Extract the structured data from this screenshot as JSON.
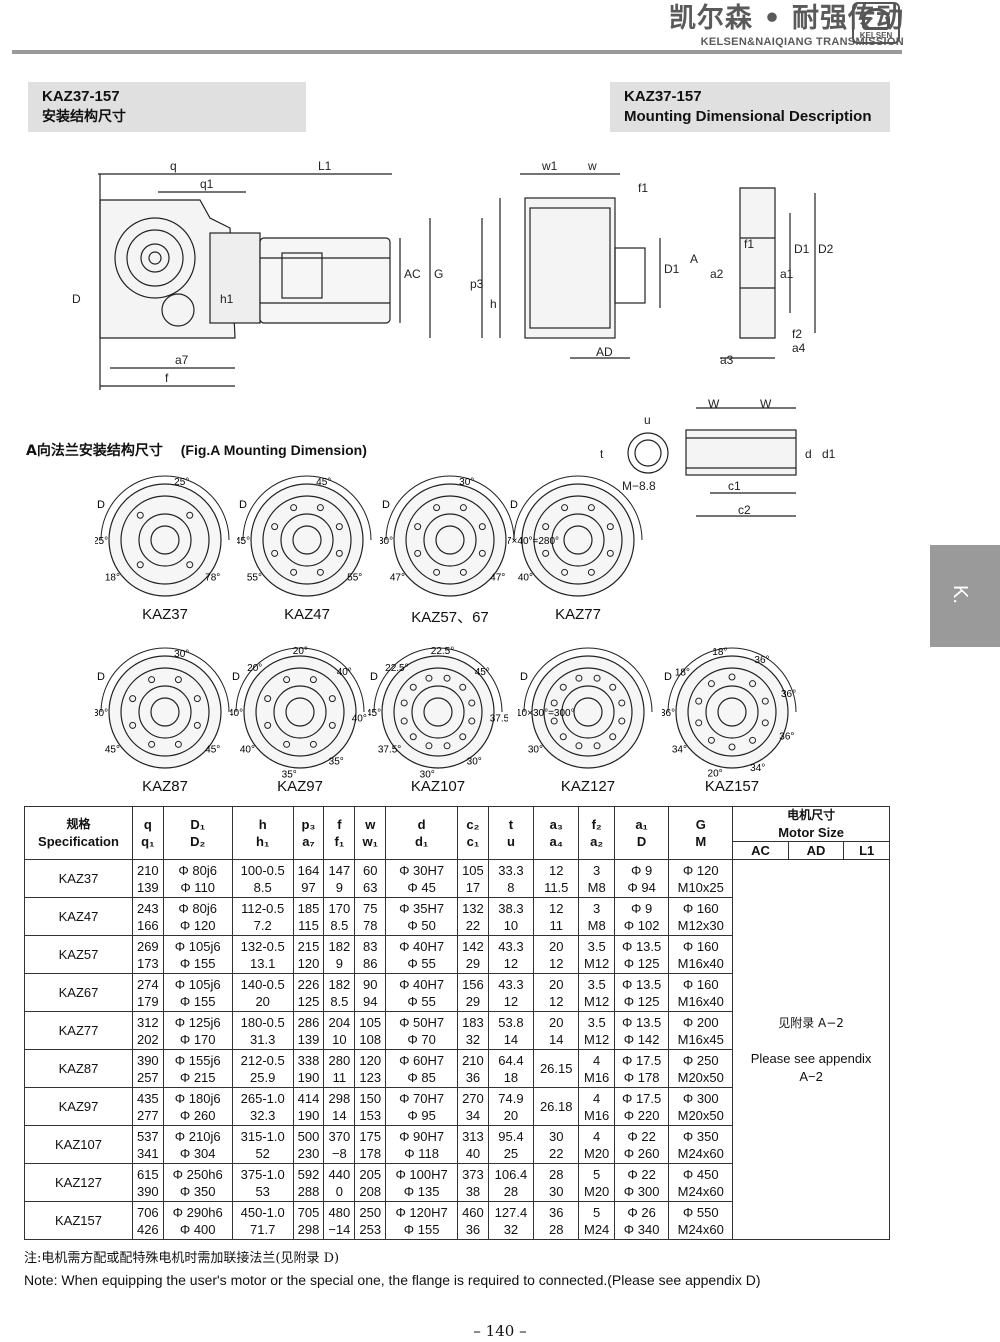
{
  "header": {
    "brand_cn": "凯尔森 • 耐强传动",
    "brand_en": "KELSEN&NAIQIANG TRANSMISSION",
    "logo_text": "KELSEN"
  },
  "tabs": {
    "left_title": "KAZ37-157",
    "left_sub": "安装结构尺寸",
    "right_title": "KAZ37-157",
    "right_sub": "Mounting Dimensional Description"
  },
  "chapter": "K.",
  "figure_title_cn": "A向法兰安装结构尺寸",
  "figure_title_en": "(Fig.A   Mounting Dimension)",
  "dim_labels": {
    "q": "q",
    "q1": "q1",
    "L1": "L1",
    "AC": "AC",
    "G": "G",
    "D": "D",
    "h1": "h1",
    "a7": "a7",
    "f": "f",
    "w1": "w1",
    "w": "w",
    "f1": "f1",
    "p3": "p3",
    "h": "h",
    "D1": "D1",
    "A": "A",
    "AD": "AD",
    "D2": "D2",
    "a2": "a2",
    "a1": "a1",
    "f2": "f2",
    "a4": "a4",
    "a3": "a3",
    "W": "W",
    "u": "u",
    "t": "t",
    "d": "d",
    "d1": "d1",
    "M": "M−8.8",
    "c1": "c1",
    "c2": "c2"
  },
  "flanges": [
    {
      "name": "KAZ37",
      "angles": [
        "25°",
        "25°",
        "78°",
        "18°"
      ]
    },
    {
      "name": "KAZ47",
      "angles": [
        "45°",
        "45°",
        "55°",
        "55°"
      ]
    },
    {
      "name": "KAZ57、67",
      "angles": [
        "30°",
        "30°",
        "47°",
        "47°"
      ]
    },
    {
      "name": "KAZ77",
      "angles": [
        "7×40°=280°",
        "40°"
      ]
    },
    {
      "name": "KAZ87",
      "angles": [
        "30°",
        "30°",
        "45°",
        "45°"
      ]
    },
    {
      "name": "KAZ97",
      "angles": [
        "40°",
        "20°",
        "20°",
        "40°",
        "40°",
        "35°",
        "35°",
        "40°"
      ]
    },
    {
      "name": "KAZ107",
      "angles": [
        "45°",
        "22.5°",
        "22.5°",
        "45°",
        "37.5°",
        "30°",
        "30°",
        "37.5°"
      ]
    },
    {
      "name": "KAZ127",
      "angles": [
        "10×30°=300°",
        "30°"
      ]
    },
    {
      "name": "KAZ157",
      "angles": [
        "36°",
        "18°",
        "18°",
        "36°",
        "36°",
        "36°",
        "34°",
        "20°",
        "34°"
      ]
    }
  ],
  "table": {
    "header_spec_cn": "规格",
    "header_spec_en": "Specification",
    "columns": [
      {
        "top": "q",
        "bot": "q₁"
      },
      {
        "top": "D₁",
        "bot": "D₂"
      },
      {
        "top": "h",
        "bot": "h₁"
      },
      {
        "top": "p₃",
        "bot": "a₇"
      },
      {
        "top": "f",
        "bot": "f₁"
      },
      {
        "top": "w",
        "bot": "w₁"
      },
      {
        "top": "d",
        "bot": "d₁"
      },
      {
        "top": "c₂",
        "bot": "c₁"
      },
      {
        "top": "t",
        "bot": "u"
      },
      {
        "top": "a₃",
        "bot": "a₄"
      },
      {
        "top": "f₂",
        "bot": "a₂"
      },
      {
        "top": "a₁",
        "bot": "D"
      },
      {
        "top": "G",
        "bot": "M"
      }
    ],
    "motor_cn": "电机尺寸",
    "motor_en": "Motor Size",
    "motor_sub": [
      "AC",
      "AD",
      "L1"
    ],
    "motor_note_cn": "见附录 A−2",
    "motor_note_en": "Please see appendix A−2",
    "rows": [
      {
        "model": "KAZ37",
        "cells": [
          [
            "210",
            "139"
          ],
          [
            "Φ 80j6",
            "Φ 110"
          ],
          [
            "100-0.5",
            "8.5"
          ],
          [
            "164",
            "97"
          ],
          [
            "147",
            "9"
          ],
          [
            "60",
            "63"
          ],
          [
            "Φ 30H7",
            "Φ 45"
          ],
          [
            "105",
            "17"
          ],
          [
            "33.3",
            "8"
          ],
          [
            "12",
            "11.5"
          ],
          [
            "3",
            "M8"
          ],
          [
            "Φ 9",
            "Φ 94"
          ],
          [
            "Φ 120",
            "M10x25"
          ]
        ]
      },
      {
        "model": "KAZ47",
        "cells": [
          [
            "243",
            "166"
          ],
          [
            "Φ 80j6",
            "Φ 120"
          ],
          [
            "112-0.5",
            "7.2"
          ],
          [
            "185",
            "115"
          ],
          [
            "170",
            "8.5"
          ],
          [
            "75",
            "78"
          ],
          [
            "Φ 35H7",
            "Φ 50"
          ],
          [
            "132",
            "22"
          ],
          [
            "38.3",
            "10"
          ],
          [
            "12",
            "11"
          ],
          [
            "3",
            "M8"
          ],
          [
            "Φ 9",
            "Φ 102"
          ],
          [
            "Φ 160",
            "M12x30"
          ]
        ]
      },
      {
        "model": "KAZ57",
        "cells": [
          [
            "269",
            "173"
          ],
          [
            "Φ 105j6",
            "Φ 155"
          ],
          [
            "132-0.5",
            "13.1"
          ],
          [
            "215",
            "120"
          ],
          [
            "182",
            "9"
          ],
          [
            "83",
            "86"
          ],
          [
            "Φ 40H7",
            "Φ 55"
          ],
          [
            "142",
            "29"
          ],
          [
            "43.3",
            "12"
          ],
          [
            "20",
            "12"
          ],
          [
            "3.5",
            "M12"
          ],
          [
            "Φ 13.5",
            "Φ 125"
          ],
          [
            "Φ 160",
            "M16x40"
          ]
        ]
      },
      {
        "model": "KAZ67",
        "cells": [
          [
            "274",
            "179"
          ],
          [
            "Φ 105j6",
            "Φ 155"
          ],
          [
            "140-0.5",
            "20"
          ],
          [
            "226",
            "125"
          ],
          [
            "182",
            "8.5"
          ],
          [
            "90",
            "94"
          ],
          [
            "Φ 40H7",
            "Φ 55"
          ],
          [
            "156",
            "29"
          ],
          [
            "43.3",
            "12"
          ],
          [
            "20",
            "12"
          ],
          [
            "3.5",
            "M12"
          ],
          [
            "Φ 13.5",
            "Φ 125"
          ],
          [
            "Φ 160",
            "M16x40"
          ]
        ]
      },
      {
        "model": "KAZ77",
        "cells": [
          [
            "312",
            "202"
          ],
          [
            "Φ 125j6",
            "Φ 170"
          ],
          [
            "180-0.5",
            "31.3"
          ],
          [
            "286",
            "139"
          ],
          [
            "204",
            "10"
          ],
          [
            "105",
            "108"
          ],
          [
            "Φ 50H7",
            "Φ 70"
          ],
          [
            "183",
            "32"
          ],
          [
            "53.8",
            "14"
          ],
          [
            "20",
            "14"
          ],
          [
            "3.5",
            "M12"
          ],
          [
            "Φ 13.5",
            "Φ 142"
          ],
          [
            "Φ 200",
            "M16x45"
          ]
        ]
      },
      {
        "model": "KAZ87",
        "cells": [
          [
            "390",
            "257"
          ],
          [
            "Φ 155j6",
            "Φ 215"
          ],
          [
            "212-0.5",
            "25.9"
          ],
          [
            "338",
            "190"
          ],
          [
            "280",
            "11"
          ],
          [
            "120",
            "123"
          ],
          [
            "Φ 60H7",
            "Φ 85"
          ],
          [
            "210",
            "36"
          ],
          [
            "64.4",
            "18"
          ],
          [
            "26.15",
            ""
          ],
          [
            "4",
            "M16"
          ],
          [
            "Φ 17.5",
            "Φ 178"
          ],
          [
            "Φ 250",
            "M20x50"
          ]
        ]
      },
      {
        "model": "KAZ97",
        "cells": [
          [
            "435",
            "277"
          ],
          [
            "Φ 180j6",
            "Φ 260"
          ],
          [
            "265-1.0",
            "32.3"
          ],
          [
            "414",
            "190"
          ],
          [
            "298",
            "14"
          ],
          [
            "150",
            "153"
          ],
          [
            "Φ 70H7",
            "Φ 95"
          ],
          [
            "270",
            "34"
          ],
          [
            "74.9",
            "20"
          ],
          [
            "26.18",
            ""
          ],
          [
            "4",
            "M16"
          ],
          [
            "Φ 17.5",
            "Φ 220"
          ],
          [
            "Φ 300",
            "M20x50"
          ]
        ]
      },
      {
        "model": "KAZ107",
        "cells": [
          [
            "537",
            "341"
          ],
          [
            "Φ 210j6",
            "Φ 304"
          ],
          [
            "315-1.0",
            "52"
          ],
          [
            "500",
            "230"
          ],
          [
            "370",
            "−8"
          ],
          [
            "175",
            "178"
          ],
          [
            "Φ 90H7",
            "Φ 118"
          ],
          [
            "313",
            "40"
          ],
          [
            "95.4",
            "25"
          ],
          [
            "30",
            "22"
          ],
          [
            "4",
            "M20"
          ],
          [
            "Φ 22",
            "Φ 260"
          ],
          [
            "Φ 350",
            "M24x60"
          ]
        ]
      },
      {
        "model": "KAZ127",
        "cells": [
          [
            "615",
            "390"
          ],
          [
            "Φ 250h6",
            "Φ 350"
          ],
          [
            "375-1.0",
            "53"
          ],
          [
            "592",
            "288"
          ],
          [
            "440",
            "0"
          ],
          [
            "205",
            "208"
          ],
          [
            "Φ 100H7",
            "Φ 135"
          ],
          [
            "373",
            "38"
          ],
          [
            "106.4",
            "28"
          ],
          [
            "28",
            "30"
          ],
          [
            "5",
            "M20"
          ],
          [
            "Φ 22",
            "Φ 300"
          ],
          [
            "Φ 450",
            "M24x60"
          ]
        ]
      },
      {
        "model": "KAZ157",
        "cells": [
          [
            "706",
            "426"
          ],
          [
            "Φ 290h6",
            "Φ 400"
          ],
          [
            "450-1.0",
            "71.7"
          ],
          [
            "705",
            "298"
          ],
          [
            "480",
            "−14"
          ],
          [
            "250",
            "253"
          ],
          [
            "Φ 120H7",
            "Φ 155"
          ],
          [
            "460",
            "36"
          ],
          [
            "127.4",
            "32"
          ],
          [
            "36",
            "28"
          ],
          [
            "5",
            "M24"
          ],
          [
            "Φ 26",
            "Φ 340"
          ],
          [
            "Φ 550",
            "M24x60"
          ]
        ]
      }
    ]
  },
  "note_cn": "注:电机需方配或配特殊电机时需加联接法兰(见附录 D)",
  "note_en": "Note: When equipping the user's motor or the special one, the flange is required to connected.(Please see appendix D)",
  "page_number": "– 140 –"
}
